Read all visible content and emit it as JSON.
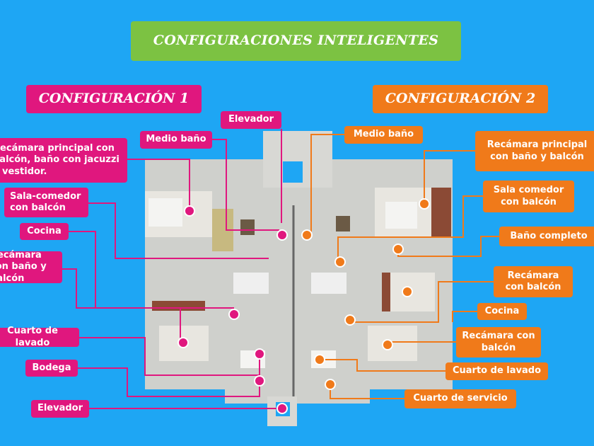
{
  "title": "CONFIGURACIONES INTELIGENTES",
  "config1": {
    "heading": "CONFIGURACIÓN 1",
    "color": "#e0177e",
    "labels": [
      "Elevador",
      "Medio baño",
      "Recámara principal con balcón, baño con jacuzzi y vestidor.",
      "Sala-comedor con balcón",
      "Cocina",
      "Recámara con baño y balcón",
      "Cuarto de lavado",
      "Bodega",
      "Elevador"
    ]
  },
  "config2": {
    "heading": "CONFIGURACIÓN 2",
    "color": "#f07a1a",
    "labels": [
      "Medio baño",
      "Recámara principal con baño y balcón",
      "Sala comedor con balcón",
      "Baño completo",
      "Recámara con balcón",
      "Cocina",
      "Recámara con balcón",
      "Cuarto de lavado",
      "Cuarto de servicio"
    ]
  }
}
